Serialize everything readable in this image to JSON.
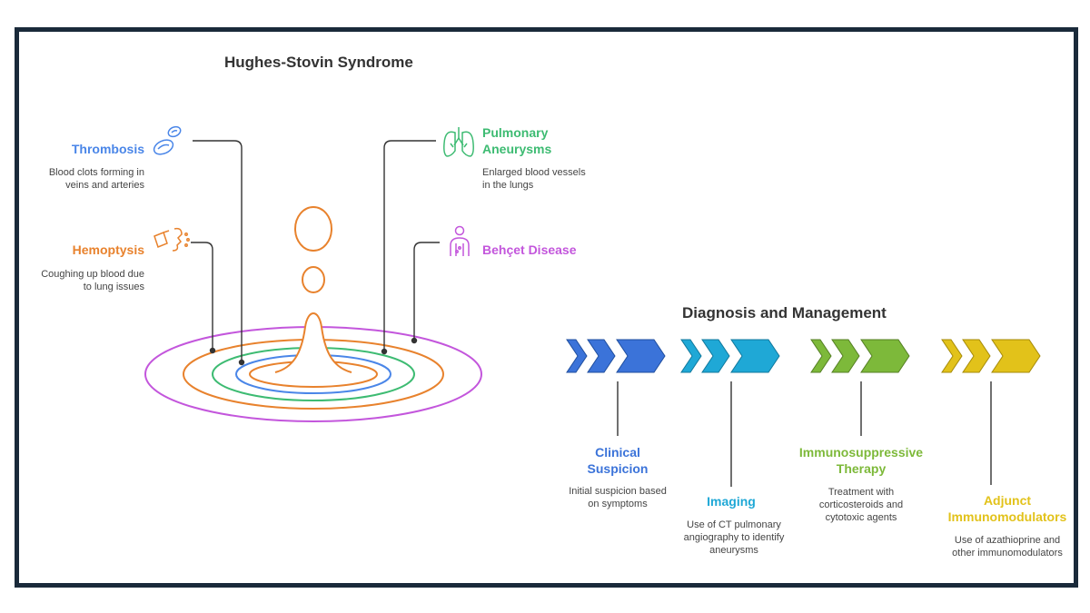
{
  "colors": {
    "frame": "#1a2a3a",
    "thrombosis": "#4a86e8",
    "hemoptysis": "#e8822d",
    "aneurysms": "#3dbb72",
    "behcet": "#c356dc",
    "clinical": "#3b73d9",
    "imaging": "#1fa8d6",
    "immuno": "#7db93a",
    "adjunct": "#e2c21a",
    "drop": "#e8822d"
  },
  "diagram1": {
    "title": "Hughes-Stovin Syndrome",
    "thrombosis": {
      "label": "Thrombosis",
      "desc": "Blood clots forming in veins and arteries",
      "icon": "blood-cells-icon"
    },
    "hemoptysis": {
      "label": "Hemoptysis",
      "desc": "Coughing up blood due to lung issues",
      "icon": "coughing-icon"
    },
    "aneurysms": {
      "label": "Pulmonary Aneurysms",
      "desc": "Enlarged blood vessels in the lungs",
      "icon": "lungs-icon"
    },
    "behcet": {
      "label": "Behçet Disease",
      "icon": "person-icon"
    }
  },
  "diagram2": {
    "title": "Diagnosis and Management",
    "steps": [
      {
        "label": "Clinical Suspicion",
        "desc": "Initial suspicion based on symptoms"
      },
      {
        "label": "Imaging",
        "desc": "Use of CT pulmonary angiography to identify aneurysms"
      },
      {
        "label": "Immunosuppressive Therapy",
        "desc": "Treatment with corticosteroids and cytotoxic agents"
      },
      {
        "label": "Adjunct Immunomodulators",
        "desc": "Use of azathioprine and other immunomodulators"
      }
    ]
  }
}
